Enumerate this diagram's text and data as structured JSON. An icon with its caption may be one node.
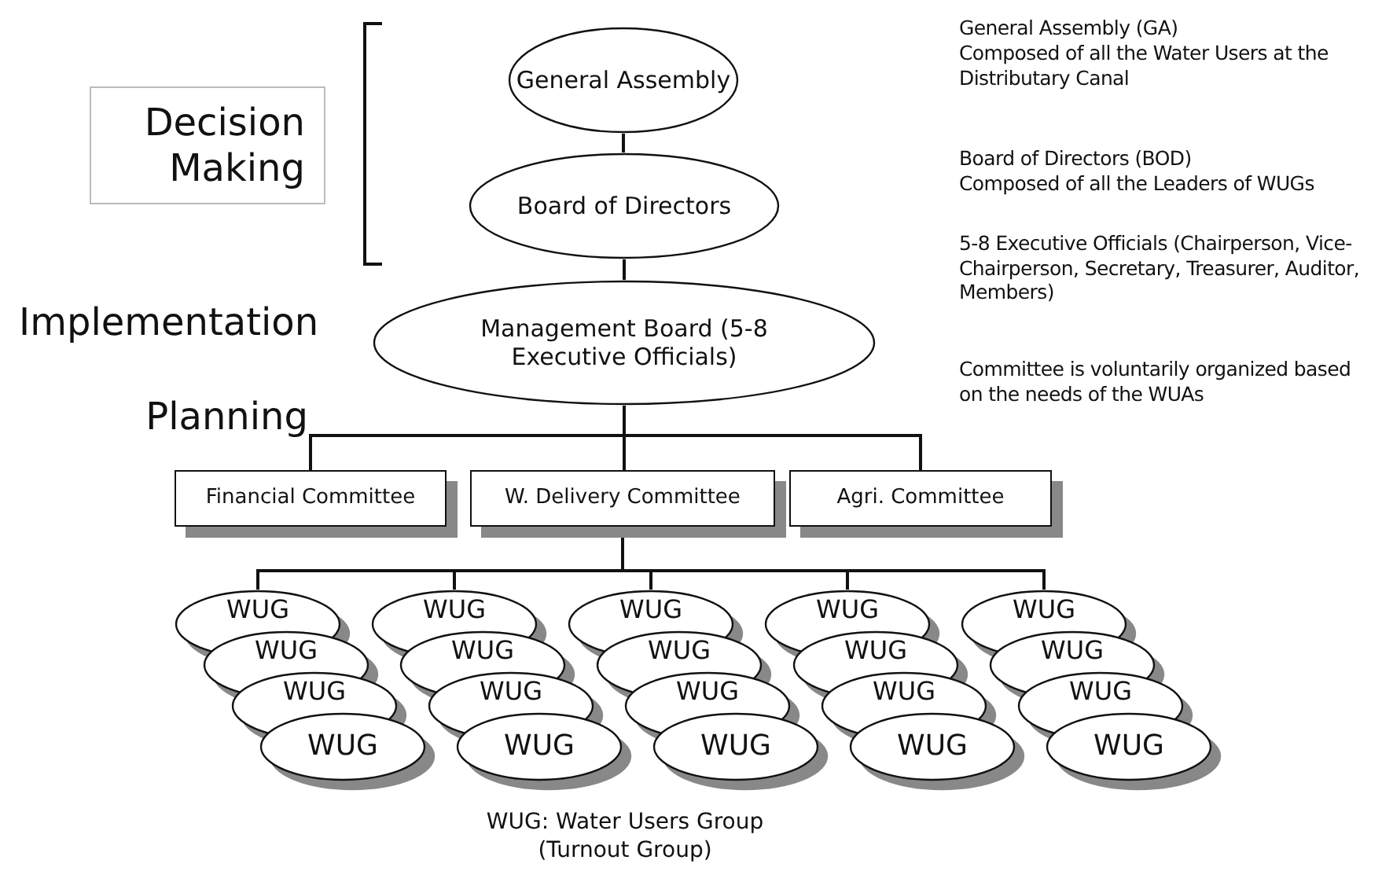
{
  "diagram": {
    "nodes": [
      {
        "text": [
          "General Assembly"
        ]
      },
      {
        "text": [
          "Board of Directors"
        ]
      },
      {
        "text": [
          "Management Board (5-8 Executive Officials)"
        ]
      },
      {
        "text": [
          "Financial Committee"
        ]
      },
      {
        "text": [
          "W. Delivery Committee"
        ]
      },
      {
        "text": [
          "Agri. Committee"
        ]
      },
      {
        "text": [
          "WUG"
        ]
      },
      {
        "text": [
          "WUG"
        ]
      },
      {
        "text": [
          "WUG"
        ]
      },
      {
        "text": [
          "WUG"
        ]
      },
      {
        "text": [
          "WUG"
        ]
      },
      {
        "text": [
          "WUG"
        ]
      },
      {
        "text": [
          "WUG"
        ]
      },
      {
        "text": [
          "WUG"
        ]
      },
      {
        "text": [
          "WUG"
        ]
      },
      {
        "text": [
          "WUG"
        ]
      },
      {
        "text": [
          "WUG"
        ]
      },
      {
        "text": [
          "WUG"
        ]
      },
      {
        "text": [
          "WUG"
        ]
      },
      {
        "text": [
          "WUG"
        ]
      },
      {
        "text": [
          "WUG"
        ]
      },
      {
        "text": [
          "WUG"
        ]
      },
      {
        "text": [
          "WUG"
        ]
      },
      {
        "text": [
          "WUG"
        ]
      },
      {
        "text": [
          "WUG"
        ]
      },
      {
        "text": [
          "WUG"
        ]
      },
      {
        "text": [
          "Decision Making"
        ]
      }
    ],
    "edges": [
      {
        "from": 0,
        "to": 1,
        "arrow": "none"
      },
      {
        "from": 1,
        "to": 2,
        "arrow": "none"
      },
      {
        "from": 2,
        "to": 3,
        "arrow": "none"
      },
      {
        "from": 2,
        "to": 4,
        "arrow": "none"
      },
      {
        "from": 2,
        "to": 5,
        "arrow": "none"
      },
      {
        "from": 4,
        "to": 6,
        "arrow": "none"
      },
      {
        "from": 4,
        "to": 10,
        "arrow": "none"
      },
      {
        "from": 4,
        "to": 14,
        "arrow": "none"
      },
      {
        "from": 4,
        "to": 18,
        "arrow": "none"
      },
      {
        "from": 4,
        "to": 22,
        "arrow": "none"
      }
    ],
    "labels": [
      "Implementation",
      "Planning",
      "General Assembly (GA)",
      "Composed of all the Water Users at the Distributary Canal",
      "Board of Directors (BOD)",
      "Composed of all the Leaders of WUGs",
      "5-8 Executive Officials (Chairperson, Vice-Chairperson, Secretary, Treasurer, Auditor, Members)",
      "Committee is voluntarily organized based on the needs of the WUAs",
      "WUG: Water Users Group (Turnout Group)"
    ]
  }
}
